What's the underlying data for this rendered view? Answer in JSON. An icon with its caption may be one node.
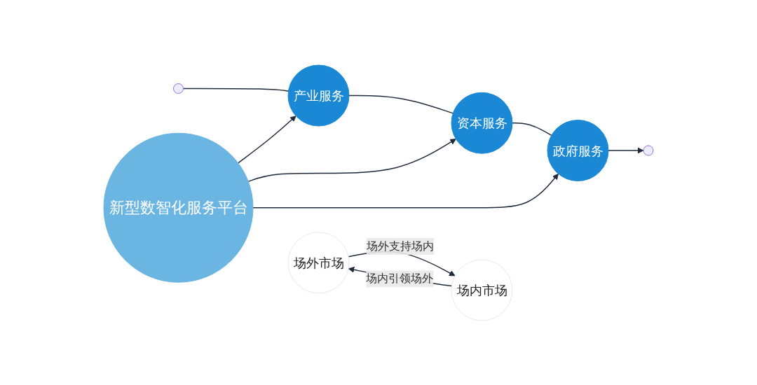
{
  "diagram": {
    "nodes": [
      {
        "text": [
          "产业服务"
        ]
      },
      {
        "text": [
          "资本服务"
        ]
      },
      {
        "text": [
          "政府服务"
        ]
      },
      {
        "text": [
          "新型数智化服务平台"
        ]
      },
      {
        "text": [
          "场外市场"
        ]
      },
      {
        "text": [
          "场内市场"
        ]
      }
    ],
    "edges": [
      {
        "from": null,
        "to": 0,
        "arrow": "none"
      },
      {
        "from": 0,
        "to": 1,
        "arrow": "none"
      },
      {
        "from": 1,
        "to": 2,
        "arrow": "none"
      },
      {
        "from": 2,
        "to": null,
        "arrow": "to"
      },
      {
        "from": 3,
        "to": 0,
        "arrow": "to"
      },
      {
        "from": 3,
        "to": 1,
        "arrow": "to"
      },
      {
        "from": 3,
        "to": 2,
        "arrow": "to"
      },
      {
        "from": 4,
        "to": 5,
        "label": "场外支持场内",
        "arrow": "to"
      },
      {
        "from": 5,
        "to": 4,
        "label": "场内引领场外",
        "arrow": "to"
      }
    ]
  }
}
